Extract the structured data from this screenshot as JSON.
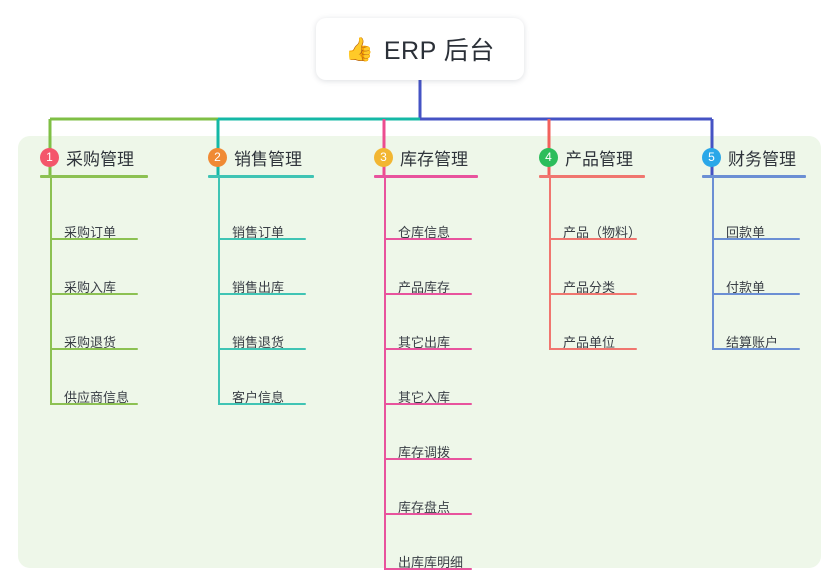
{
  "page": {
    "background": "#ffffff",
    "panel_color": "#eef7e9"
  },
  "root": {
    "icon": "thumbs-up-icon",
    "emoji": "👍",
    "title": "ERP 后台",
    "connector_color": "#4553c4"
  },
  "bus": {
    "segments": [
      {
        "name": "bus-green",
        "color": "#7fbf45"
      },
      {
        "name": "bus-teal",
        "color": "#14b8a6"
      },
      {
        "name": "bus-blue",
        "color": "#4553c4"
      }
    ]
  },
  "columns": [
    {
      "index": "1",
      "badge_color": "#f4566b",
      "line_color": "#8cc152",
      "drop_color": "#7fbf45",
      "title": "采购管理",
      "items": [
        "采购订单",
        "采购入库",
        "采购退货",
        "供应商信息"
      ]
    },
    {
      "index": "2",
      "badge_color": "#f08a34",
      "line_color": "#3fc4b4",
      "drop_color": "#14b8a6",
      "title": "销售管理",
      "items": [
        "销售订单",
        "销售出库",
        "销售退货",
        "客户信息"
      ]
    },
    {
      "index": "3",
      "badge_color": "#f2b632",
      "line_color": "#e8539d",
      "drop_color": "#ec4d8f",
      "title": "库存管理",
      "items": [
        "仓库信息",
        "产品库存",
        "其它出库",
        "其它入库",
        "库存调拨",
        "库存盘点",
        "出库库明细"
      ]
    },
    {
      "index": "4",
      "badge_color": "#2cbd5b",
      "line_color": "#f0766f",
      "drop_color": "#f2615c",
      "title": "产品管理",
      "items": [
        "产品（物料）",
        "产品分类",
        "产品单位"
      ]
    },
    {
      "index": "5",
      "badge_color": "#2aa7e8",
      "line_color": "#6b8fd4",
      "drop_color": "#4553c4",
      "title": "财务管理",
      "items": [
        "回款单",
        "付款单",
        "结算账户"
      ]
    }
  ]
}
